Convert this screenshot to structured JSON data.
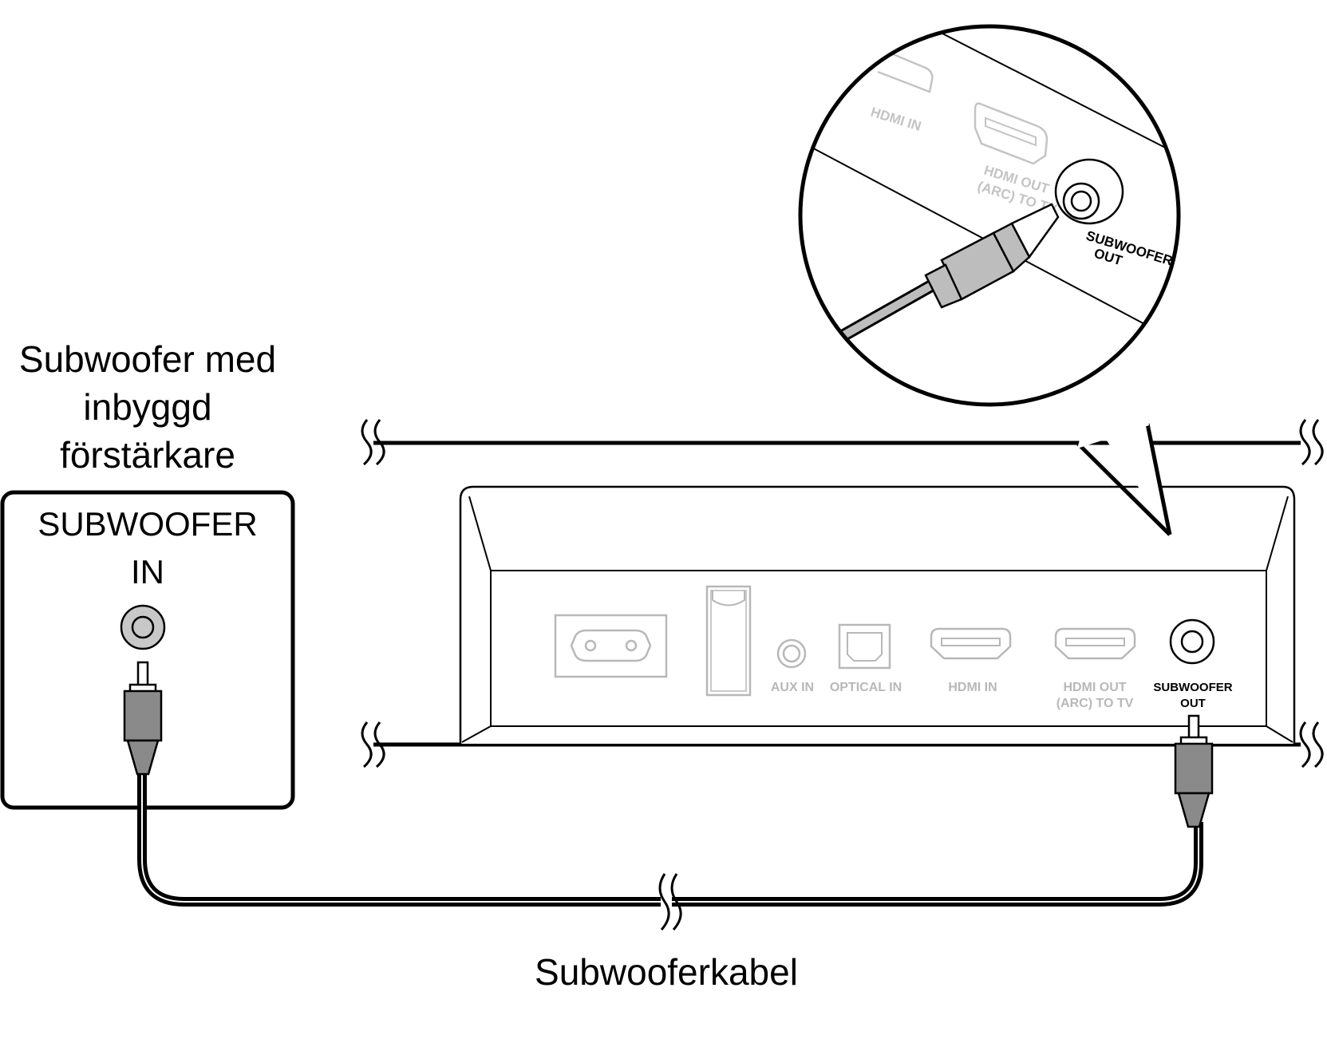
{
  "subwoofer": {
    "title_lines": [
      "Subwoofer med",
      "inbyggd",
      "förstärkare"
    ],
    "panel_lines": [
      "SUBWOOFER",
      "IN"
    ]
  },
  "cable": {
    "label": "Subwooferkabel"
  },
  "device": {
    "ports": {
      "aux_in": "AUX IN",
      "optical_in": "OPTICAL IN",
      "hdmi_in": "HDMI IN",
      "hdmi_out_lines": [
        "HDMI OUT",
        "(ARC) TO TV"
      ],
      "subwoofer_out_lines": [
        "SUBWOOFER",
        "OUT"
      ]
    }
  },
  "zoom": {
    "hdmi_in": "HDMI IN",
    "hdmi_out_lines": [
      "HDMI OUT",
      "(ARC) TO TV"
    ],
    "subwoofer_out_lines": [
      "SUBWOOFER",
      "OUT"
    ]
  },
  "colors": {
    "line": "#000000",
    "port_grey": "#b8b8b8",
    "plug_grey": "#8a8a8a",
    "jack_grey": "#c8c8c8"
  }
}
